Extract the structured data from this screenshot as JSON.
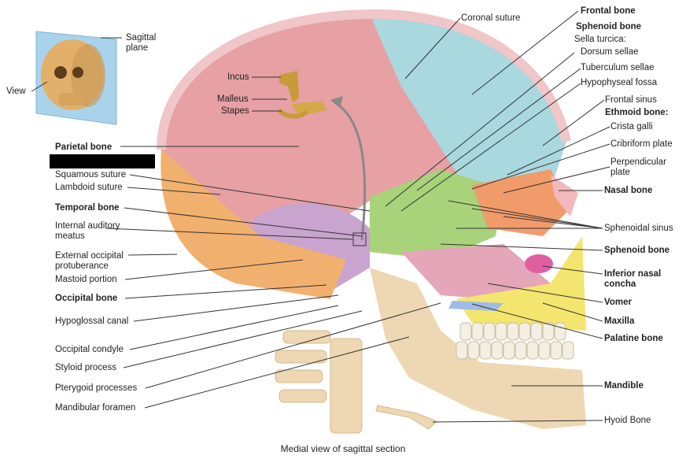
{
  "caption": "Medial view of sagittal section",
  "inset": {
    "sagittal": "Sagittal\nplane",
    "view": "View"
  },
  "ossicles": {
    "incus": "Incus",
    "malleus": "Malleus",
    "stapes": "Stapes"
  },
  "left_labels": {
    "parietal_bone": "Parietal bone",
    "squamous_suture": "Squamous suture",
    "lambdoid_suture": "Lambdoid suture",
    "temporal_bone": "Temporal bone",
    "internal_auditory_meatus": "Internal auditory\nmeatus",
    "external_occipital_protuberance": "External occipital\nprotuberance",
    "mastoid_portion": "Mastoid portion",
    "occipital_bone": "Occipital bone",
    "hypoglossal_canal": "Hypoglossal canal",
    "occipital_condyle": "Occipital condyle",
    "styloid_process": "Styloid process",
    "pterygoid_processes": "Pterygoid processes",
    "mandibular_foramen": "Mandibular foramen"
  },
  "right_labels": {
    "coronal_suture": "Coronal suture",
    "frontal_bone": "Frontal bone",
    "sphenoid_bone_header": "Sphenoid bone",
    "sella_turcica": "Sella turcica:",
    "dorsum_sellae": "Dorsum sellae",
    "tuberculum_sellae": "Tuberculum sellae",
    "hypophyseal_fossa": "Hypophyseal fossa",
    "frontal_sinus": "Frontal sinus",
    "ethmoid_bone": "Ethmoid bone:",
    "crista_galli": "Crista galli",
    "cribriform_plate": "Cribriform plate",
    "perpendicular_plate": "Perpendicular\nplate",
    "nasal_bone": "Nasal bone",
    "sphenoidal_sinus": "Sphenoidal sinus",
    "sphenoid_bone": "Sphenoid bone",
    "inferior_nasal_concha": "Inferior nasal\nconcha",
    "vomer": "Vomer",
    "maxilla": "Maxilla",
    "palatine_bone": "Palatine bone",
    "mandible": "Mandible",
    "hyoid_bone": "Hyoid Bone"
  },
  "colors": {
    "parietal": "#e7a0a4",
    "frontal": "#a9d8df",
    "temporal": "#c8a4cf",
    "occipital": "#f2b06f",
    "sphenoid": "#a8d37a",
    "ethmoid": "#f19b6b",
    "mandible": "#eed7b3",
    "maxilla": "#f4e56f",
    "vomer": "#e4a6b8",
    "concha": "#e05fa0",
    "nasal": "#f3b8bd",
    "palatine": "#9fbce8"
  }
}
